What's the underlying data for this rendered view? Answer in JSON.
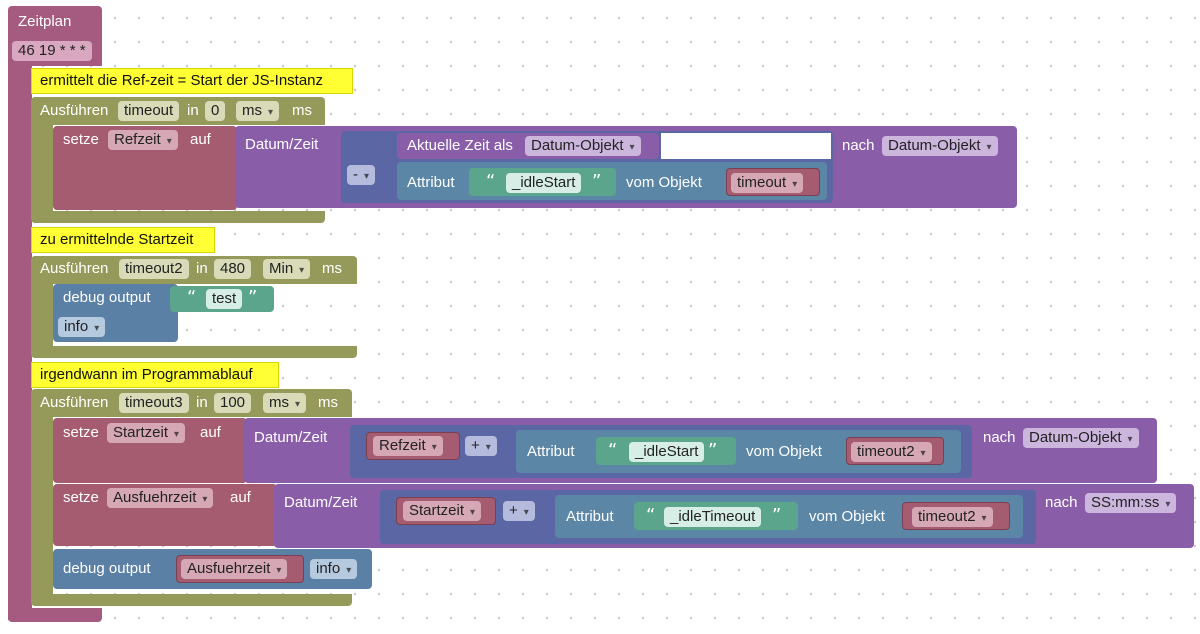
{
  "schedule": {
    "label": "Zeitplan",
    "cron": "46 19 * * *"
  },
  "section1": {
    "comment": "ermittelt die Ref-zeit = Start der JS-Instanz",
    "timeout": {
      "run_label": "Ausführen",
      "name": "timeout",
      "in_label": "in",
      "value": "0",
      "unit": "ms",
      "suffix": "ms"
    },
    "set": {
      "setze_label": "setze",
      "var": "Refzeit",
      "auf_label": "auf",
      "datetime_label": "Datum/Zeit",
      "now_label": "Aktuelle Zeit als",
      "now_format": "Datum-Objekt",
      "op": "-",
      "attr_label": "Attribut",
      "attr_name": "_idleStart",
      "of_obj_label": "vom Objekt",
      "obj": "timeout",
      "nach_label": "nach",
      "nach_format": "Datum-Objekt"
    }
  },
  "section2": {
    "comment": "zu ermittelnde Startzeit",
    "timeout": {
      "run_label": "Ausführen",
      "name": "timeout2",
      "in_label": "in",
      "value": "480",
      "unit": "Min",
      "suffix": "ms"
    },
    "debug": {
      "label": "debug output",
      "text": "test",
      "level": "info"
    }
  },
  "section3": {
    "comment": "irgendwann im Programmablauf",
    "timeout": {
      "run_label": "Ausführen",
      "name": "timeout3",
      "in_label": "in",
      "value": "100",
      "unit": "ms",
      "suffix": "ms"
    },
    "set1": {
      "setze_label": "setze",
      "var": "Startzeit",
      "auf_label": "auf",
      "datetime_label": "Datum/Zeit",
      "left_var": "Refzeit",
      "op": "+",
      "attr_label": "Attribut",
      "attr_name": "_idleStart",
      "of_obj_label": "vom Objekt",
      "obj": "timeout2",
      "nach_label": "nach",
      "nach_format": "Datum-Objekt"
    },
    "set2": {
      "setze_label": "setze",
      "var": "Ausfuehrzeit",
      "auf_label": "auf",
      "datetime_label": "Datum/Zeit",
      "left_var": "Startzeit",
      "op": "+",
      "attr_label": "Attribut",
      "attr_name": "_idleTimeout",
      "of_obj_label": "vom Objekt",
      "obj": "timeout2",
      "nach_label": "nach",
      "nach_format": "SS:mm:ss"
    },
    "debug": {
      "label": "debug output",
      "var": "Ausfuehrzeit",
      "level": "info"
    }
  },
  "colors": {
    "schedule": "#a55b80",
    "timeout": "#959a5b",
    "comment": "#ffff33",
    "setze": "#a55b70",
    "datetime": "#8a5da8",
    "math": "#5b67a5",
    "attribute": "#5b86a5",
    "string": "#5ba58c",
    "debug": "#5b80a5"
  }
}
